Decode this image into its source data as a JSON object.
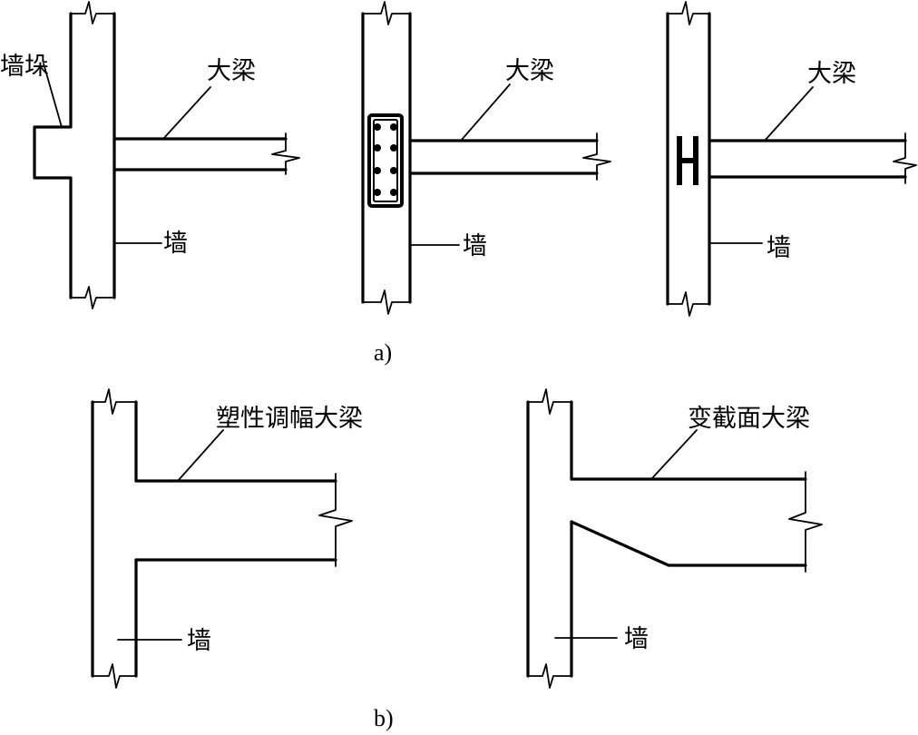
{
  "part_a": {
    "caption": "a)",
    "detail_1": {
      "label_pilaster": "墙垛",
      "label_beam": "大梁",
      "label_wall": "墙"
    },
    "detail_2": {
      "label_beam": "大梁",
      "label_wall": "墙"
    },
    "detail_3": {
      "label_beam": "大梁",
      "label_wall": "墙"
    }
  },
  "part_b": {
    "caption": "b)",
    "detail_1": {
      "label_beam": "塑性调幅大梁",
      "label_wall": "墙"
    },
    "detail_2": {
      "label_beam": "变截面大梁",
      "label_wall": "墙"
    }
  }
}
